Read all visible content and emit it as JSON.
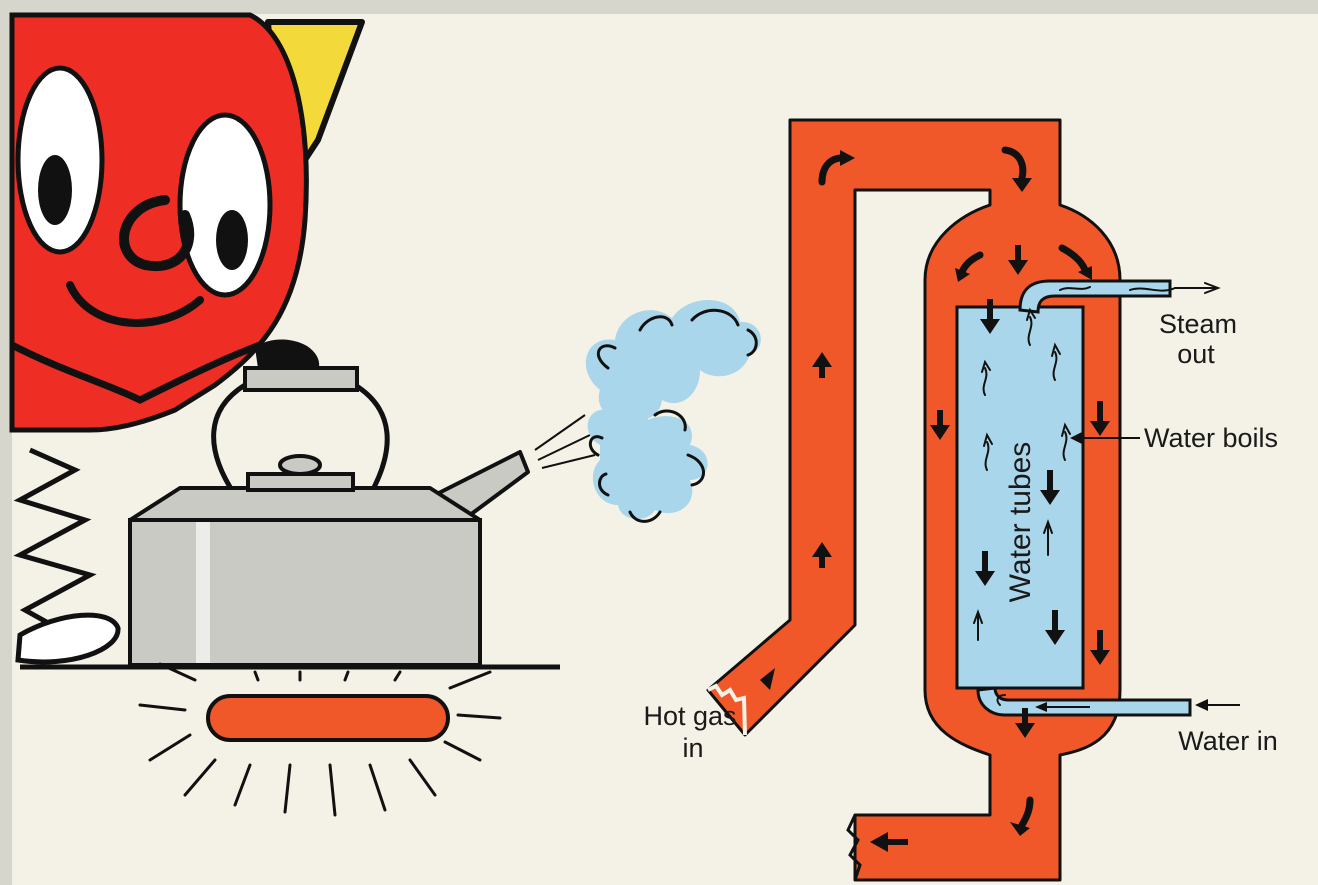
{
  "labels": {
    "steam_out_line1": "Steam",
    "steam_out_line2": "out",
    "water_boils": "Water boils",
    "water_tubes": "Water tubes",
    "hot_gas_line1": "Hot gas",
    "hot_gas_line2": "in",
    "water_in": "Water in"
  },
  "colors": {
    "page": "#f4f1e6",
    "hot_gas": "#f0582a",
    "water": "#a9d6ea",
    "mascot_red": "#ee2d24",
    "mascot_hair": "#f3d93a",
    "kettle": "#c9cac4",
    "flame": "#f0582a",
    "ink": "#111111"
  }
}
